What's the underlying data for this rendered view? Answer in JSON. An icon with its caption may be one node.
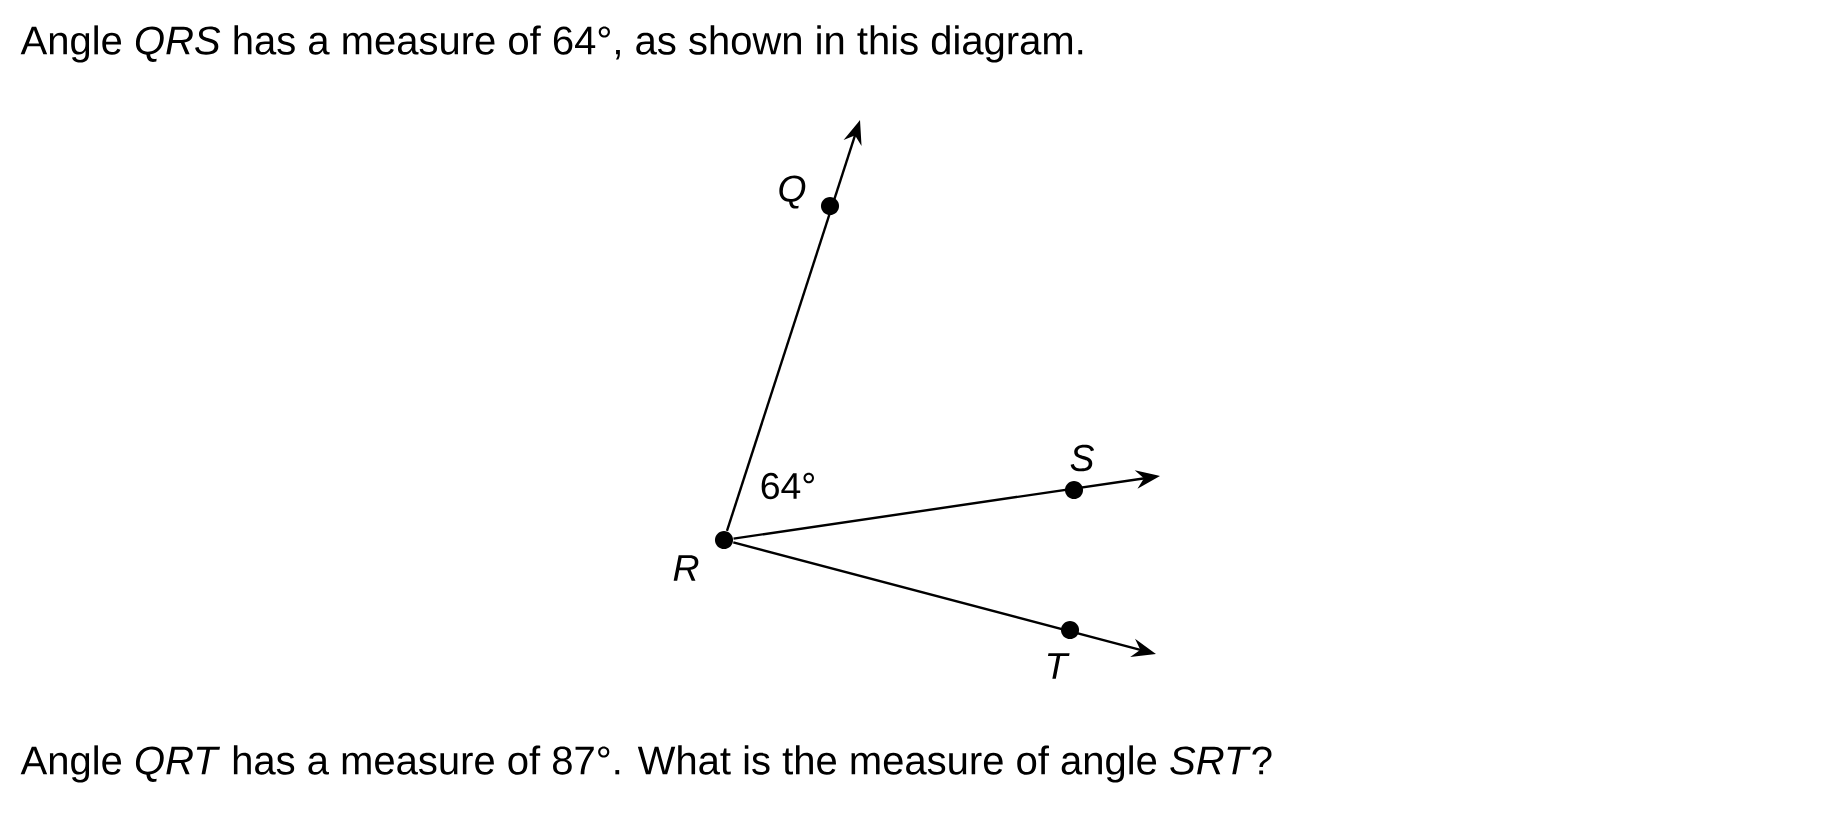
{
  "diagram": {
    "title": "Angle *QRS* has a measure of 64°, as shown in this diagram.",
    "caption": "Angle *QRT* has a measure of 87°. What is the measure of angle *SRT*?",
    "nodes": [
      {
        "text": [
          "Q"
        ]
      },
      {
        "text": [
          "S"
        ]
      },
      {
        "text": [
          "R"
        ]
      },
      {
        "text": [
          "T"
        ]
      }
    ],
    "edges": [
      {
        "from": 2,
        "to": 0,
        "arrow": "to"
      },
      {
        "from": 2,
        "to": 1,
        "arrow": "to"
      },
      {
        "from": 2,
        "to": 3,
        "arrow": "to"
      }
    ],
    "labels": [
      "64°"
    ]
  }
}
